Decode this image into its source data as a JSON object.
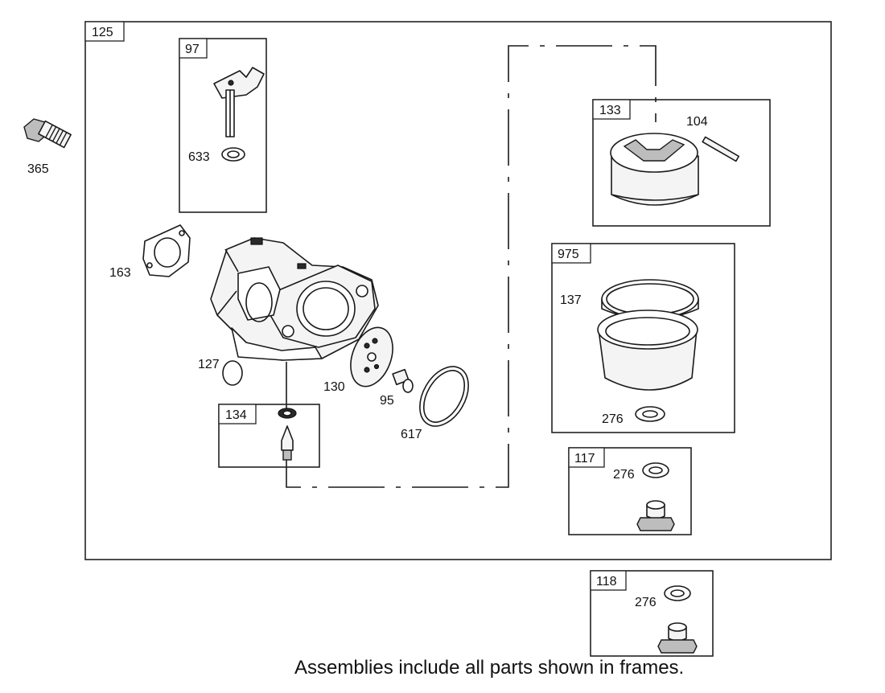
{
  "frames": {
    "main": "125",
    "choke_lever": "97",
    "float": "133",
    "bowl": "975",
    "needle": "134",
    "plug": "117",
    "drain_plug": "118"
  },
  "parts": {
    "bolt": "365",
    "shaft_seal": "633",
    "gasket": "163",
    "welch_plug": "127",
    "plate": "130",
    "screw": "95",
    "bowl_gasket": "617",
    "float_pin": "104",
    "bowl_seal": "137",
    "washer_bowl": "276",
    "washer_plug": "276",
    "washer_drain": "276"
  },
  "footnote": "Assemblies include all parts shown in frames."
}
